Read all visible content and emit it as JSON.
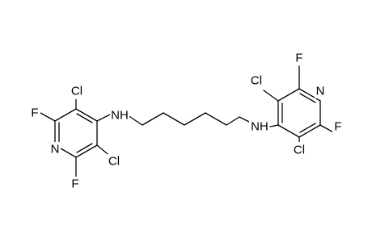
{
  "molecule": {
    "atoms": [
      {
        "id": "nh-left",
        "label": "NH"
      },
      {
        "id": "nh-right",
        "label": "NH"
      },
      {
        "id": "left-cl-top",
        "label": "Cl"
      },
      {
        "id": "left-f-top",
        "label": "F"
      },
      {
        "id": "left-n-ring",
        "label": "N"
      },
      {
        "id": "left-f-bottom",
        "label": "F"
      },
      {
        "id": "left-cl-bottom",
        "label": "Cl"
      },
      {
        "id": "right-cl-top",
        "label": "Cl"
      },
      {
        "id": "right-f-top",
        "label": "F"
      },
      {
        "id": "right-n-ring",
        "label": "N"
      },
      {
        "id": "right-f-right",
        "label": "F"
      },
      {
        "id": "right-cl-bottom",
        "label": "Cl"
      }
    ]
  }
}
